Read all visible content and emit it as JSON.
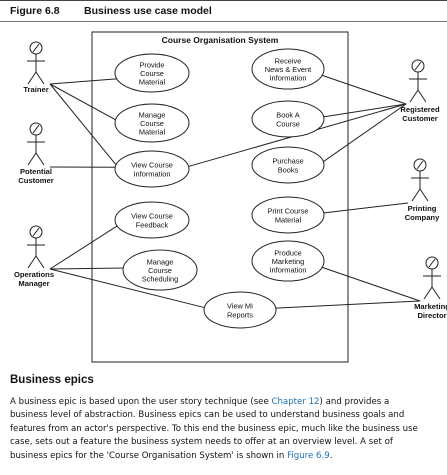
{
  "figure": {
    "number": "Figure 6.8",
    "title": "Business use case model",
    "system_boundary_label": "Course Organisation System",
    "actors": [
      {
        "id": "trainer",
        "label_lines": [
          "Trainer"
        ]
      },
      {
        "id": "potential-customer",
        "label_lines": [
          "Potential",
          "Customer"
        ]
      },
      {
        "id": "operations-manager",
        "label_lines": [
          "Operations",
          "Manager"
        ]
      },
      {
        "id": "registered-customer",
        "label_lines": [
          "Registered",
          "Customer"
        ]
      },
      {
        "id": "printing-company",
        "label_lines": [
          "Printing",
          "Company"
        ]
      },
      {
        "id": "marketing-director",
        "label_lines": [
          "Marketing",
          "Director"
        ]
      }
    ],
    "use_cases": [
      {
        "id": "provide-course-material",
        "label_lines": [
          "Provide",
          "Course",
          "Material"
        ]
      },
      {
        "id": "manage-course-material",
        "label_lines": [
          "Manage",
          "Course",
          "Material"
        ]
      },
      {
        "id": "view-course-information",
        "label_lines": [
          "View Course",
          "Information"
        ]
      },
      {
        "id": "view-course-feedback",
        "label_lines": [
          "View Course",
          "Feedback"
        ]
      },
      {
        "id": "manage-course-scheduling",
        "label_lines": [
          "Manage",
          "Course",
          "Scheduling"
        ]
      },
      {
        "id": "receive-news-event-information",
        "label_lines": [
          "Receive",
          "News & Event",
          "Information"
        ]
      },
      {
        "id": "book-a-course",
        "label_lines": [
          "Book A",
          "Course"
        ]
      },
      {
        "id": "purchase-books",
        "label_lines": [
          "Purchase",
          "Books"
        ]
      },
      {
        "id": "print-course-material",
        "label_lines": [
          "Print Course",
          "Material"
        ]
      },
      {
        "id": "produce-marketing-information",
        "label_lines": [
          "Produce",
          "Marketing",
          "Information"
        ]
      },
      {
        "id": "view-mi-reports",
        "label_lines": [
          "View MI",
          "Reports"
        ]
      }
    ],
    "associations": [
      [
        "trainer",
        "provide-course-material"
      ],
      [
        "trainer",
        "manage-course-material"
      ],
      [
        "trainer",
        "view-course-information"
      ],
      [
        "potential-customer",
        "view-course-information"
      ],
      [
        "operations-manager",
        "view-course-feedback"
      ],
      [
        "operations-manager",
        "manage-course-scheduling"
      ],
      [
        "operations-manager",
        "view-mi-reports"
      ],
      [
        "registered-customer",
        "receive-news-event-information"
      ],
      [
        "registered-customer",
        "book-a-course"
      ],
      [
        "registered-customer",
        "purchase-books"
      ],
      [
        "registered-customer",
        "view-course-information"
      ],
      [
        "printing-company",
        "print-course-material"
      ],
      [
        "marketing-director",
        "produce-marketing-information"
      ],
      [
        "marketing-director",
        "view-mi-reports"
      ]
    ]
  },
  "section": {
    "heading": "Business epics",
    "paragraph": {
      "line1_before": "A business epic is based upon the user story technique (see ",
      "line1_link": "Chapter 12",
      "line1_after": ") and provides a",
      "line2": "business level of abstraction. Business epics can be used to understand business goals and",
      "line3": "features from an actor's perspective. To this end the business epic, much like the business use",
      "line4": "case, sets out a feature the business system needs to offer at an overview level. A set of",
      "line5_before": "business epics for the 'Course Organisation System' is shown in ",
      "line5_link": "Figure 6.9",
      "line5_after": "."
    }
  }
}
